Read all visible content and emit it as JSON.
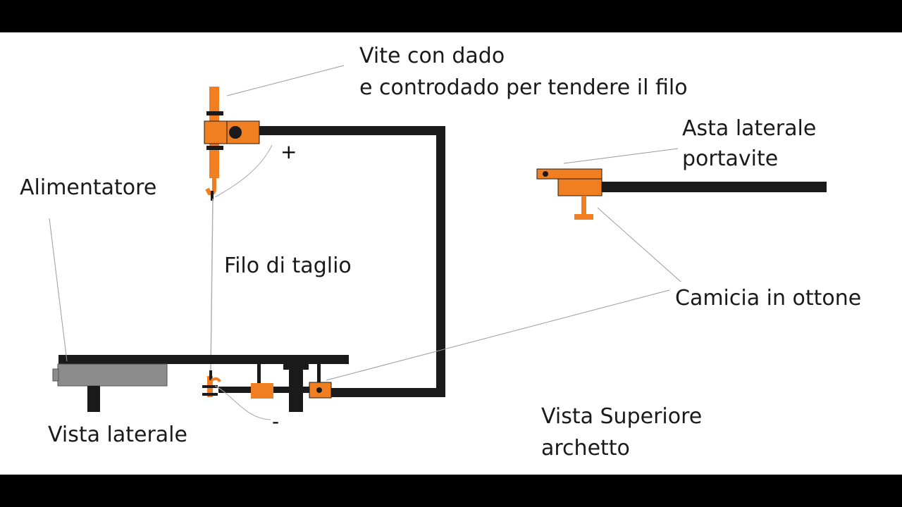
{
  "labels": {
    "screw_line1": "Vite con dado",
    "screw_line2": "e controdado per tendere il filo",
    "rod_line1": "Asta laterale",
    "rod_line2": "portavite",
    "power_supply": "Alimentatore",
    "wire": "Filo di taglio",
    "sleeve": "Camicia in ottone",
    "side_view": "Vista laterale",
    "top_view_line1": "Vista Superiore",
    "top_view_line2": "archetto",
    "plus": "+",
    "minus": "-"
  },
  "colors": {
    "orange": "#F07F22",
    "frame": "#1a1a1a",
    "grey": "#8c8c8c",
    "leader": "#9a9a9a"
  }
}
